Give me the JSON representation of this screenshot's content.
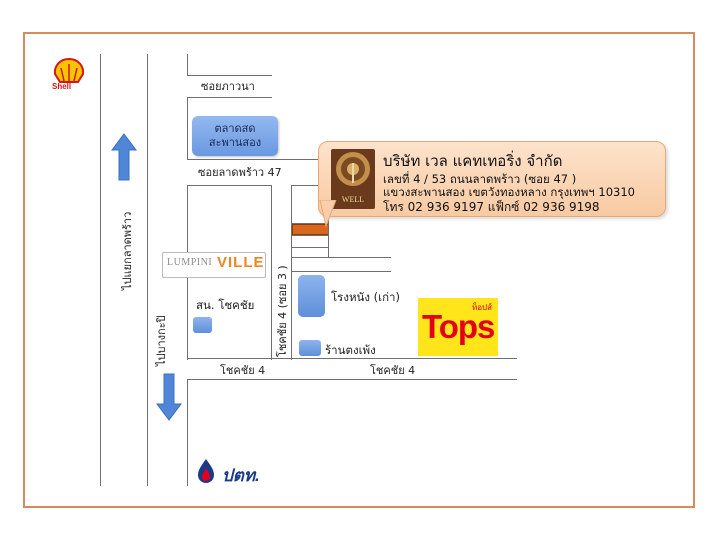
{
  "map": {
    "streets": {
      "soi_phawana": "ซอยภาวนา",
      "soi_ladprao_47": "ซอยลาดพร้าว 47",
      "chokchai4_soi3": "โชคชัย 4 (ซอย 3 )",
      "chokchai4_left": "โชคชัย 4",
      "chokchai4_right": "โชคชัย 4",
      "to_ladprao_junction": "ไปแยกลาดพร้าว",
      "to_bangkapi": "ไปบางกะปิ"
    },
    "places": {
      "market_line1": "ตลาดสด",
      "market_line2": "สะพานสอง",
      "police_station": "สน. โชคชัย",
      "theater": "โรงหนัง (เก่า)",
      "shophouse": "ร้านตงเพ้ง"
    },
    "company": {
      "name": "บริษัท เวล แคทเทอริ่ง จำกัด",
      "address1": "เลขที่ 4 / 53 ถนนลาดพร้าว (ซอย 47 )",
      "address2": "แขวงสะพานสอง เขตวังทองหลาง กรุงเทพฯ 10310",
      "phone": "โทร  02 936 9197  แฟ็กซ์ 02 936 9198",
      "logo_text": "WELL"
    },
    "logos": {
      "shell": "Shell",
      "tops": "Tops",
      "tops_small": "ท็อปส์",
      "lumpini_a": "LUMPINI",
      "lumpini_b": "VILLE",
      "ptt": "ปตท."
    },
    "colors": {
      "frame": "#d98a5a",
      "road": "#6f6f6f",
      "arrow_blue": "#4f86d8",
      "destination": "#d9661f",
      "tops_yellow": "#ffe51a",
      "tops_red": "#e3001b",
      "callout": "#fbd7b8"
    }
  }
}
